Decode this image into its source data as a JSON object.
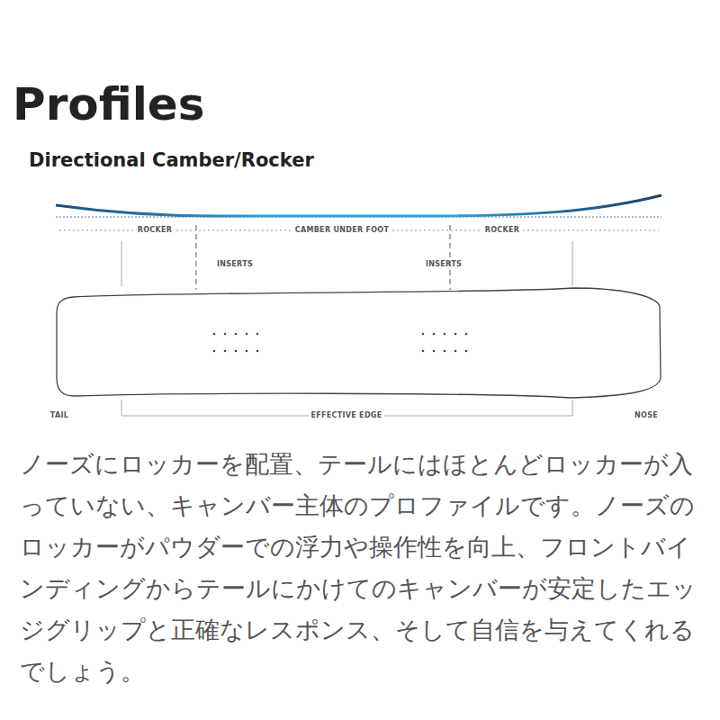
{
  "diagram": {
    "title": "Profiles",
    "caption": "ノーズにロッカーを配置、テールにはほとんどロッカーが入っていない、キャンバー主体のプロファイルです。ノーズのロッカーがパウダーでの浮力や操作性を向上、フロントバインディングからテールにかけてのキャンバーが安定したエッジグリップと正確なレスポンス、そして自信を与えてくれるでしょう。",
    "labels": [
      "Directional Camber/Rocker",
      "ROCKER",
      "CAMBER UNDER FOOT",
      "ROCKER",
      "INSERTS",
      "INSERTS",
      "TAIL",
      "EFFECTIVE EDGE",
      "NOSE"
    ]
  }
}
